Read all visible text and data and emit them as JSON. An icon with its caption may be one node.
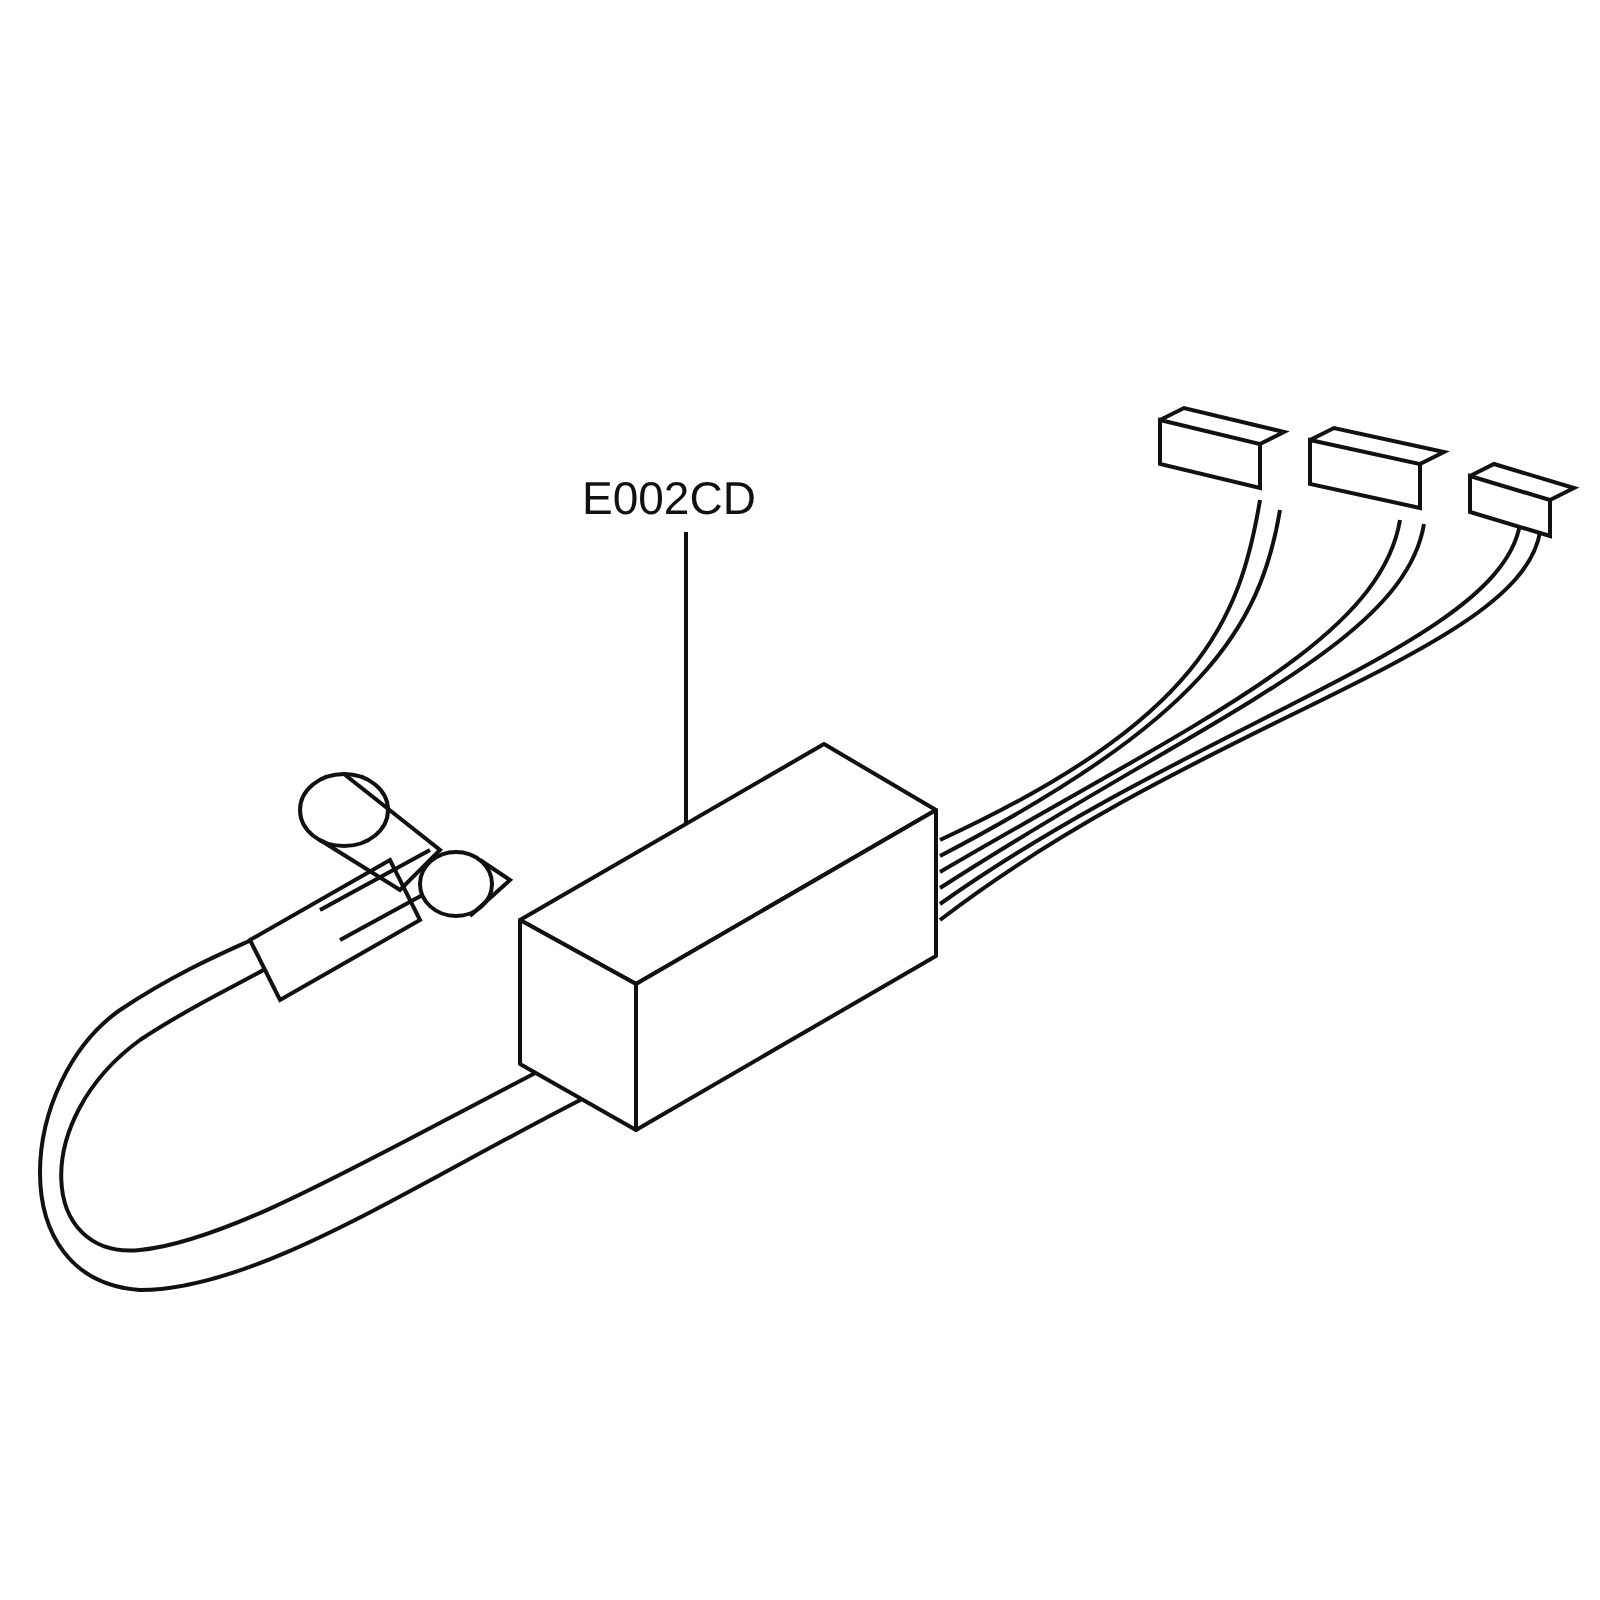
{
  "diagram": {
    "nodes": [
      {
        "text": [
          "E002CD"
        ]
      },
      {
        "text": [],
        "shape": "picture"
      }
    ],
    "edges": [
      {
        "from": 0,
        "to": 1,
        "arrow": "none"
      }
    ]
  }
}
